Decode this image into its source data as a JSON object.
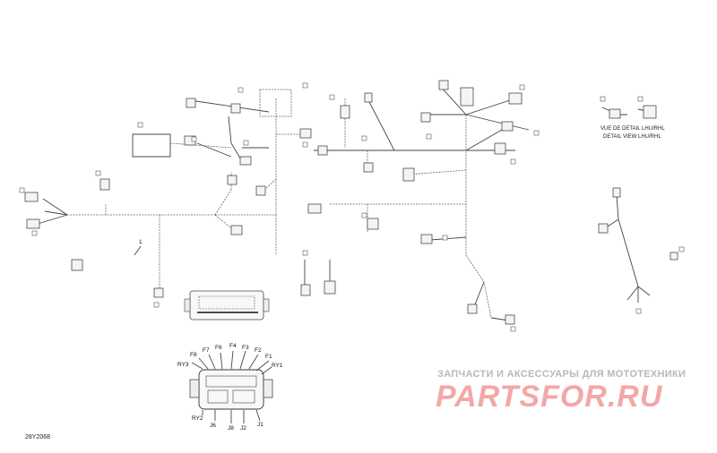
{
  "diagram": {
    "item_number": "1",
    "part_code": "28Y2068",
    "detail_view_fr": "VUE DE DETAIL LHU/RHL",
    "detail_view_en": "DETAIL VIEW LHU/RHL",
    "connector_labels": [
      "F8",
      "F7",
      "F6",
      "F4",
      "F3",
      "F2",
      "F1",
      "RY3",
      "RY1",
      "RY2",
      "J6",
      "J8",
      "J2",
      "J1"
    ]
  },
  "watermark": {
    "tagline": "ЗАПЧАСТИ И АКСЕССУАРЫ ДЛЯ МОТОТЕХНИКИ",
    "logo": "PARTSFOR.RU"
  },
  "colors": {
    "line": "#444444",
    "watermark_logo": "#f3a7a7",
    "watermark_text": "#b8b8b8"
  }
}
